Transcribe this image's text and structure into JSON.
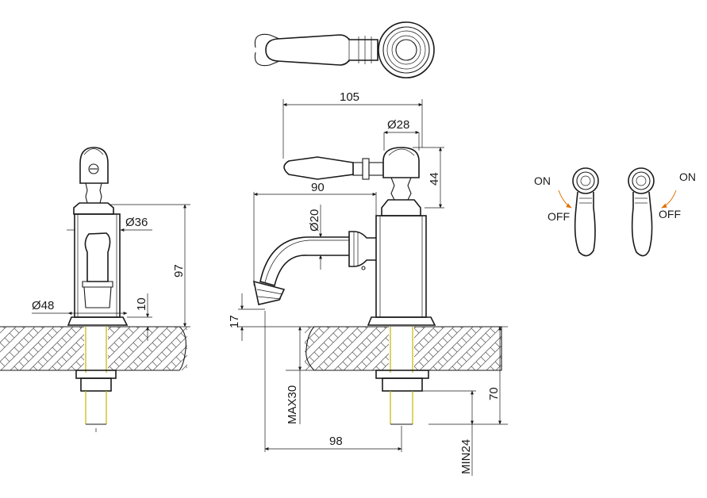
{
  "dimensions": {
    "diameter_36": "Ø36",
    "height_97": "97",
    "diameter_48": "Ø48",
    "base_10": "10",
    "width_105": "105",
    "diameter_28": "Ø28",
    "height_44": "44",
    "reach_90": "90",
    "diameter_20": "Ø20",
    "spout_17": "17",
    "max_30": "MAX30",
    "depth_70": "70",
    "width_98": "98",
    "min_24": "MIN24"
  },
  "operation": {
    "left_on": "ON",
    "left_off": "OFF",
    "right_on": "ON",
    "right_off": "OFF"
  },
  "colors": {
    "line": "#1a1a1a",
    "thread_brass": "#c9b400",
    "direction_arrow": "#e07000"
  }
}
